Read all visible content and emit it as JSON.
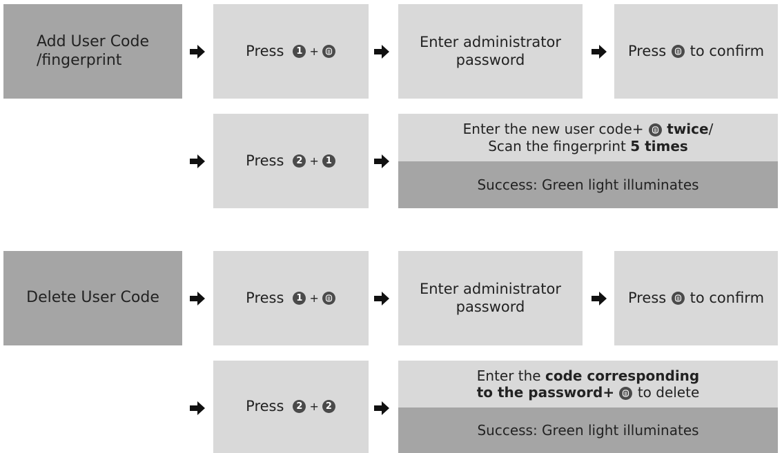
{
  "add": {
    "title_line1": "Add User Code",
    "title_line2": "/fingerprint",
    "row1": {
      "press_label": "Press",
      "key1": "1",
      "plus": "+",
      "enter_admin_line1": "Enter administrator",
      "enter_admin_line2": "password",
      "confirm_prefix": "Press",
      "confirm_suffix": "to confirm"
    },
    "row2": {
      "press_label": "Press",
      "key1": "2",
      "plus": "+",
      "key2": "1",
      "line1_prefix": "Enter the new user code+",
      "line1_bold": "twice",
      "line1_suffix": "/",
      "line2_prefix": "Scan the fingerprint",
      "line2_bold": "5 times",
      "success": "Success: Green light illuminates"
    }
  },
  "delete": {
    "title": "Delete User Code",
    "row1": {
      "press_label": "Press",
      "key1": "1",
      "plus": "+",
      "enter_admin_line1": "Enter administrator",
      "enter_admin_line2": "password",
      "confirm_prefix": "Press",
      "confirm_suffix": "to confirm"
    },
    "row2": {
      "press_label": "Press",
      "key1": "2",
      "plus": "+",
      "key2": "2",
      "line1_prefix": "Enter the",
      "line1_bold": "code corresponding",
      "line2_bold": "to the password+",
      "line2_suffix": "to delete",
      "success": "Success: Green light illuminates"
    }
  },
  "icons": {
    "arrow": "right-arrow-icon",
    "confirm_key": "lock-key-icon"
  },
  "colors": {
    "dark_box": "#a5a5a5",
    "light_box": "#d9d9d9",
    "key_circle": "#4a4a4a"
  }
}
